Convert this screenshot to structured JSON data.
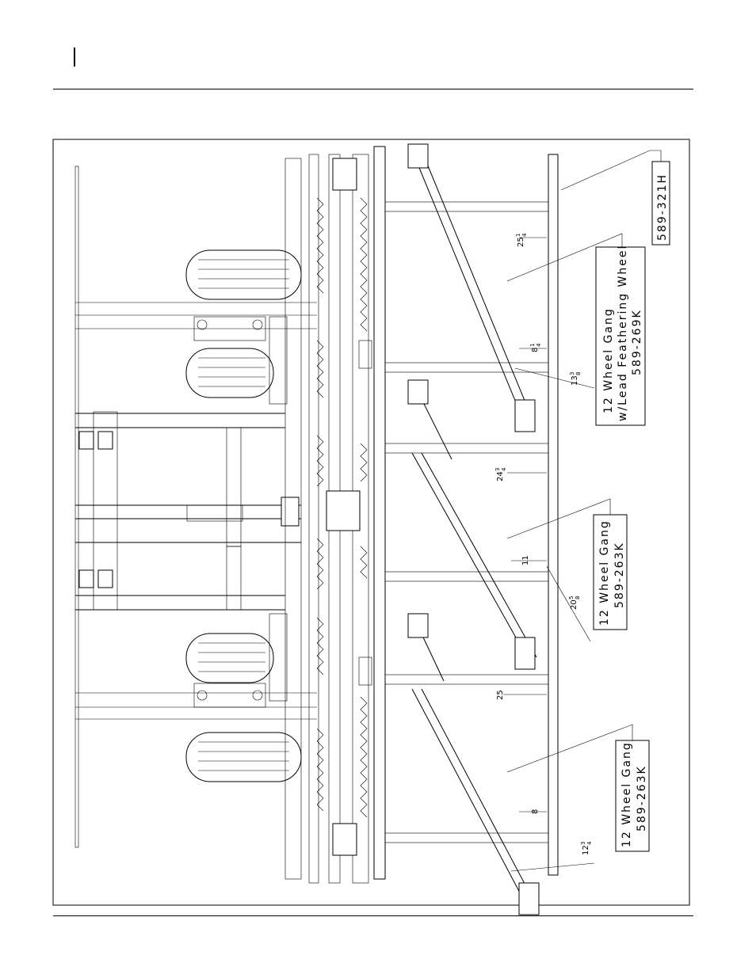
{
  "callouts": {
    "frame_part": "589-321H",
    "gang_lead": {
      "line1": "12 Wheel Gang",
      "line2": "w/Lead Feathering Wheel",
      "part": "589-269K"
    },
    "gang_mid": {
      "line1": "12 Wheel Gang",
      "part": "589-263K"
    },
    "gang_low": {
      "line1": "12 Wheel Gang",
      "part": "589-263K"
    }
  },
  "dimensions": {
    "d1": {
      "whole": "25",
      "frac_num": "1",
      "frac_den": "4"
    },
    "d2": {
      "whole": "8",
      "frac_num": "1",
      "frac_den": "4"
    },
    "d3": {
      "whole": "13",
      "frac_num": "3",
      "frac_den": "8"
    },
    "d4": {
      "whole": "24",
      "frac_num": "3",
      "frac_den": "4"
    },
    "d5": {
      "whole": "11"
    },
    "d6": {
      "whole": "20",
      "frac_num": "5",
      "frac_den": "8"
    },
    "d7": {
      "whole": "25"
    },
    "d8": {
      "whole": "8"
    },
    "d9": {
      "whole": "12",
      "frac_num": "3",
      "frac_den": "4"
    }
  }
}
